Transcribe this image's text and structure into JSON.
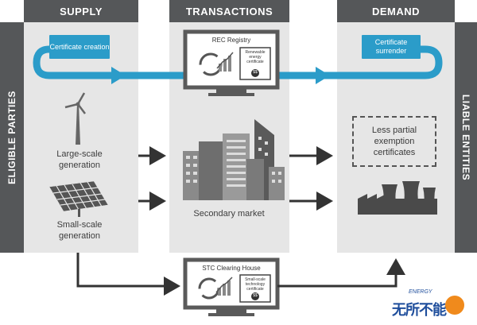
{
  "headers": {
    "supply": "SUPPLY",
    "transactions": "TRANSACTIONS",
    "demand": "DEMAND"
  },
  "side_labels": {
    "left": "ELIGIBLE PARTIES",
    "right": "LIABLE ENTITIES"
  },
  "flow_labels": {
    "creation": "Certificate creation",
    "surrender": "Certificate surrender"
  },
  "rec_registry": {
    "title": "REC Registry",
    "cert_text": "Renewable energy certificate",
    "cert_value": "$$"
  },
  "supply_items": {
    "large": "Large-scale generation",
    "small": "Small-scale generation"
  },
  "market": {
    "label": "Secondary market"
  },
  "demand": {
    "exemption": "Less partial exemption certificates"
  },
  "clearing_house": {
    "title": "STC Clearing House",
    "cert_text": "Small-scale technology certificate",
    "cert_value": "$$"
  },
  "watermark": {
    "small": "ENERGY",
    "main": "无所不能"
  },
  "colors": {
    "header": "#555759",
    "panel": "#e6e6e6",
    "accent_blue": "#2b9cc9",
    "arrow": "#333333",
    "watermark_orange": "#f08a1c",
    "watermark_blue": "#1f4e9c"
  },
  "icons": [
    "wind-turbine-icon",
    "solar-panel-icon",
    "buildings-icon",
    "factory-icon",
    "monitor-icon",
    "cycle-arrows-icon",
    "bar-chart-icon",
    "certificate-icon"
  ]
}
